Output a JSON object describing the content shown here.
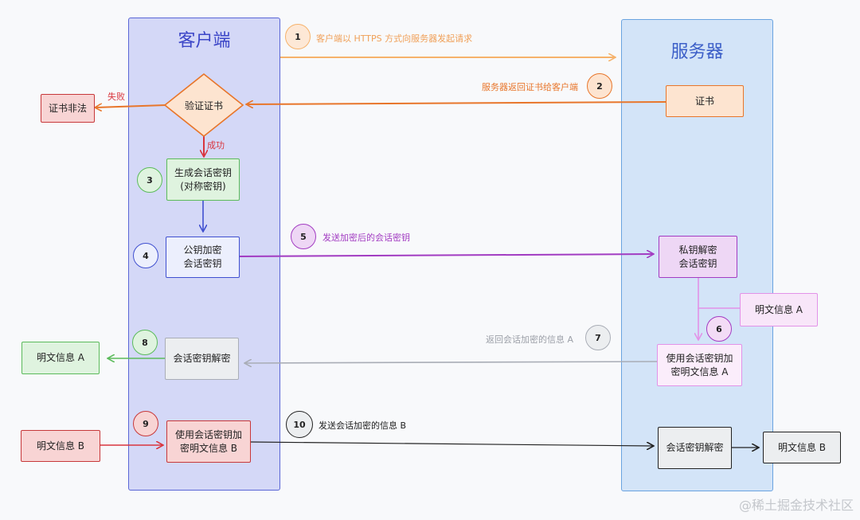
{
  "lanes": {
    "client": "客户端",
    "server": "服务器"
  },
  "steps": [
    "1",
    "2",
    "3",
    "4",
    "5",
    "6",
    "7",
    "8",
    "9",
    "10"
  ],
  "labels": {
    "s1": "客户端以 HTTPS 方式向服务器发起请求",
    "s2": "服务器返回证书给客户端",
    "fail": "失败",
    "success": "成功",
    "s5": "发送加密后的会话密钥",
    "s7": "返回会话加密的信息 A",
    "s10": "发送会话加密的信息 B"
  },
  "nodes": {
    "verify": "验证证书",
    "invalid": "证书非法",
    "cert": "证书",
    "gen_key": "生成会话密钥\n(对称密钥)",
    "pub_encrypt": "公钥加密\n会话密钥",
    "priv_decrypt": "私钥解密\n会话密钥",
    "plain_a_server": "明文信息 A",
    "encrypt_a": "使用会话密钥加\n密明文信息 A",
    "decrypt_client": "会话密钥解密",
    "plain_a_client": "明文信息 A",
    "plain_b_client": "明文信息 B",
    "encrypt_b": "使用会话密钥加\n密明文信息 B",
    "decrypt_server": "会话密钥解密",
    "plain_b_server": "明文信息 B"
  },
  "colors": {
    "orange_light": "#f6b26b",
    "orange": "#e8762b",
    "red": "#d9363e",
    "green": "#5bbb5b",
    "blue": "#4050d0",
    "purple": "#a23cc2",
    "pink": "#e292e8",
    "gray": "#a9adb6",
    "black": "#222222"
  },
  "watermark": "@稀土掘金技术社区"
}
